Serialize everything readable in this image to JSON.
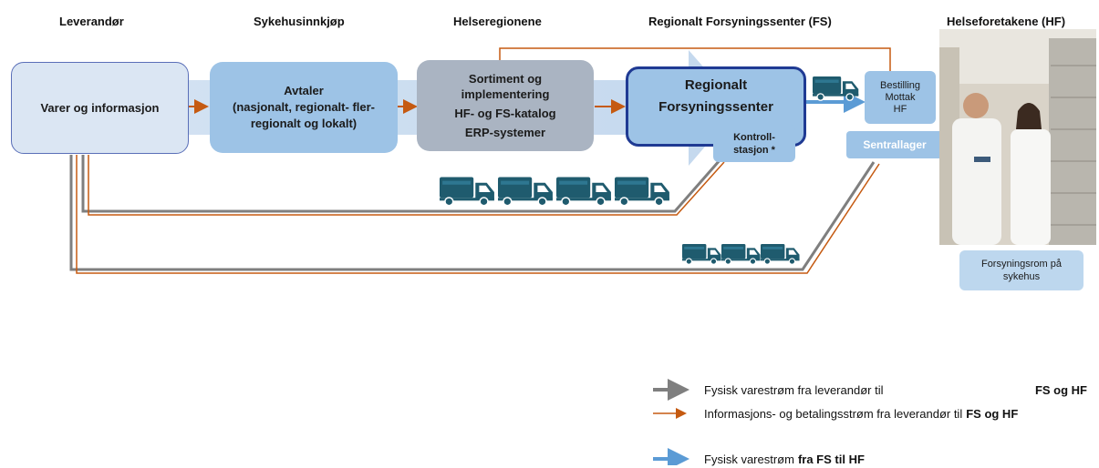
{
  "headers": {
    "leverandor": "Leverandør",
    "sykehusinnkjop": "Sykehusinnkjøp",
    "helseregionene": "Helseregionene",
    "fs": "Regionalt Forsyningssenter (FS)",
    "hf": "Helseforetakene (HF)"
  },
  "boxes": {
    "varer": "Varer og informasjon",
    "avtaler_title": "Avtaler",
    "avtaler_sub": "(nasjonalt, regionalt- fler-regionalt og lokalt)",
    "sortiment_l1": "Sortiment og",
    "sortiment_l2": "implementering",
    "sortiment_l3": "HF- og FS-katalog",
    "sortiment_l4": "ERP-systemer",
    "fs_l1": "Regionalt",
    "fs_l2": "Forsyningssenter",
    "kontroll": "Kontroll-stasjon *",
    "bestilling_l1": "Bestilling",
    "bestilling_l2": "Mottak",
    "bestilling_l3": "HF",
    "sentrallager": "Sentrallager",
    "forsyningsrom": "Forsyningsrom på sykehus"
  },
  "legend": {
    "grey_text": "Fysisk varestrøm fra leverandør til",
    "grey_bold": "FS og HF",
    "orange_text": "Informasjons- og betalingsstrøm fra leverandør til",
    "orange_bold": "FS og HF",
    "blue_text": "Fysisk varestrøm",
    "blue_bold": "fra FS til HF"
  },
  "colors": {
    "light_blue": "#9dc3e6",
    "grey_box": "#aab4c2",
    "dark_blue_border": "#1f3a93",
    "orange": "#c55a11",
    "grey_flow": "#7f7f7f",
    "blue_flow": "#5b9bd5",
    "truck": "#1f5b6e"
  },
  "icons": [
    "truck-icon",
    "photo-staff-image"
  ]
}
